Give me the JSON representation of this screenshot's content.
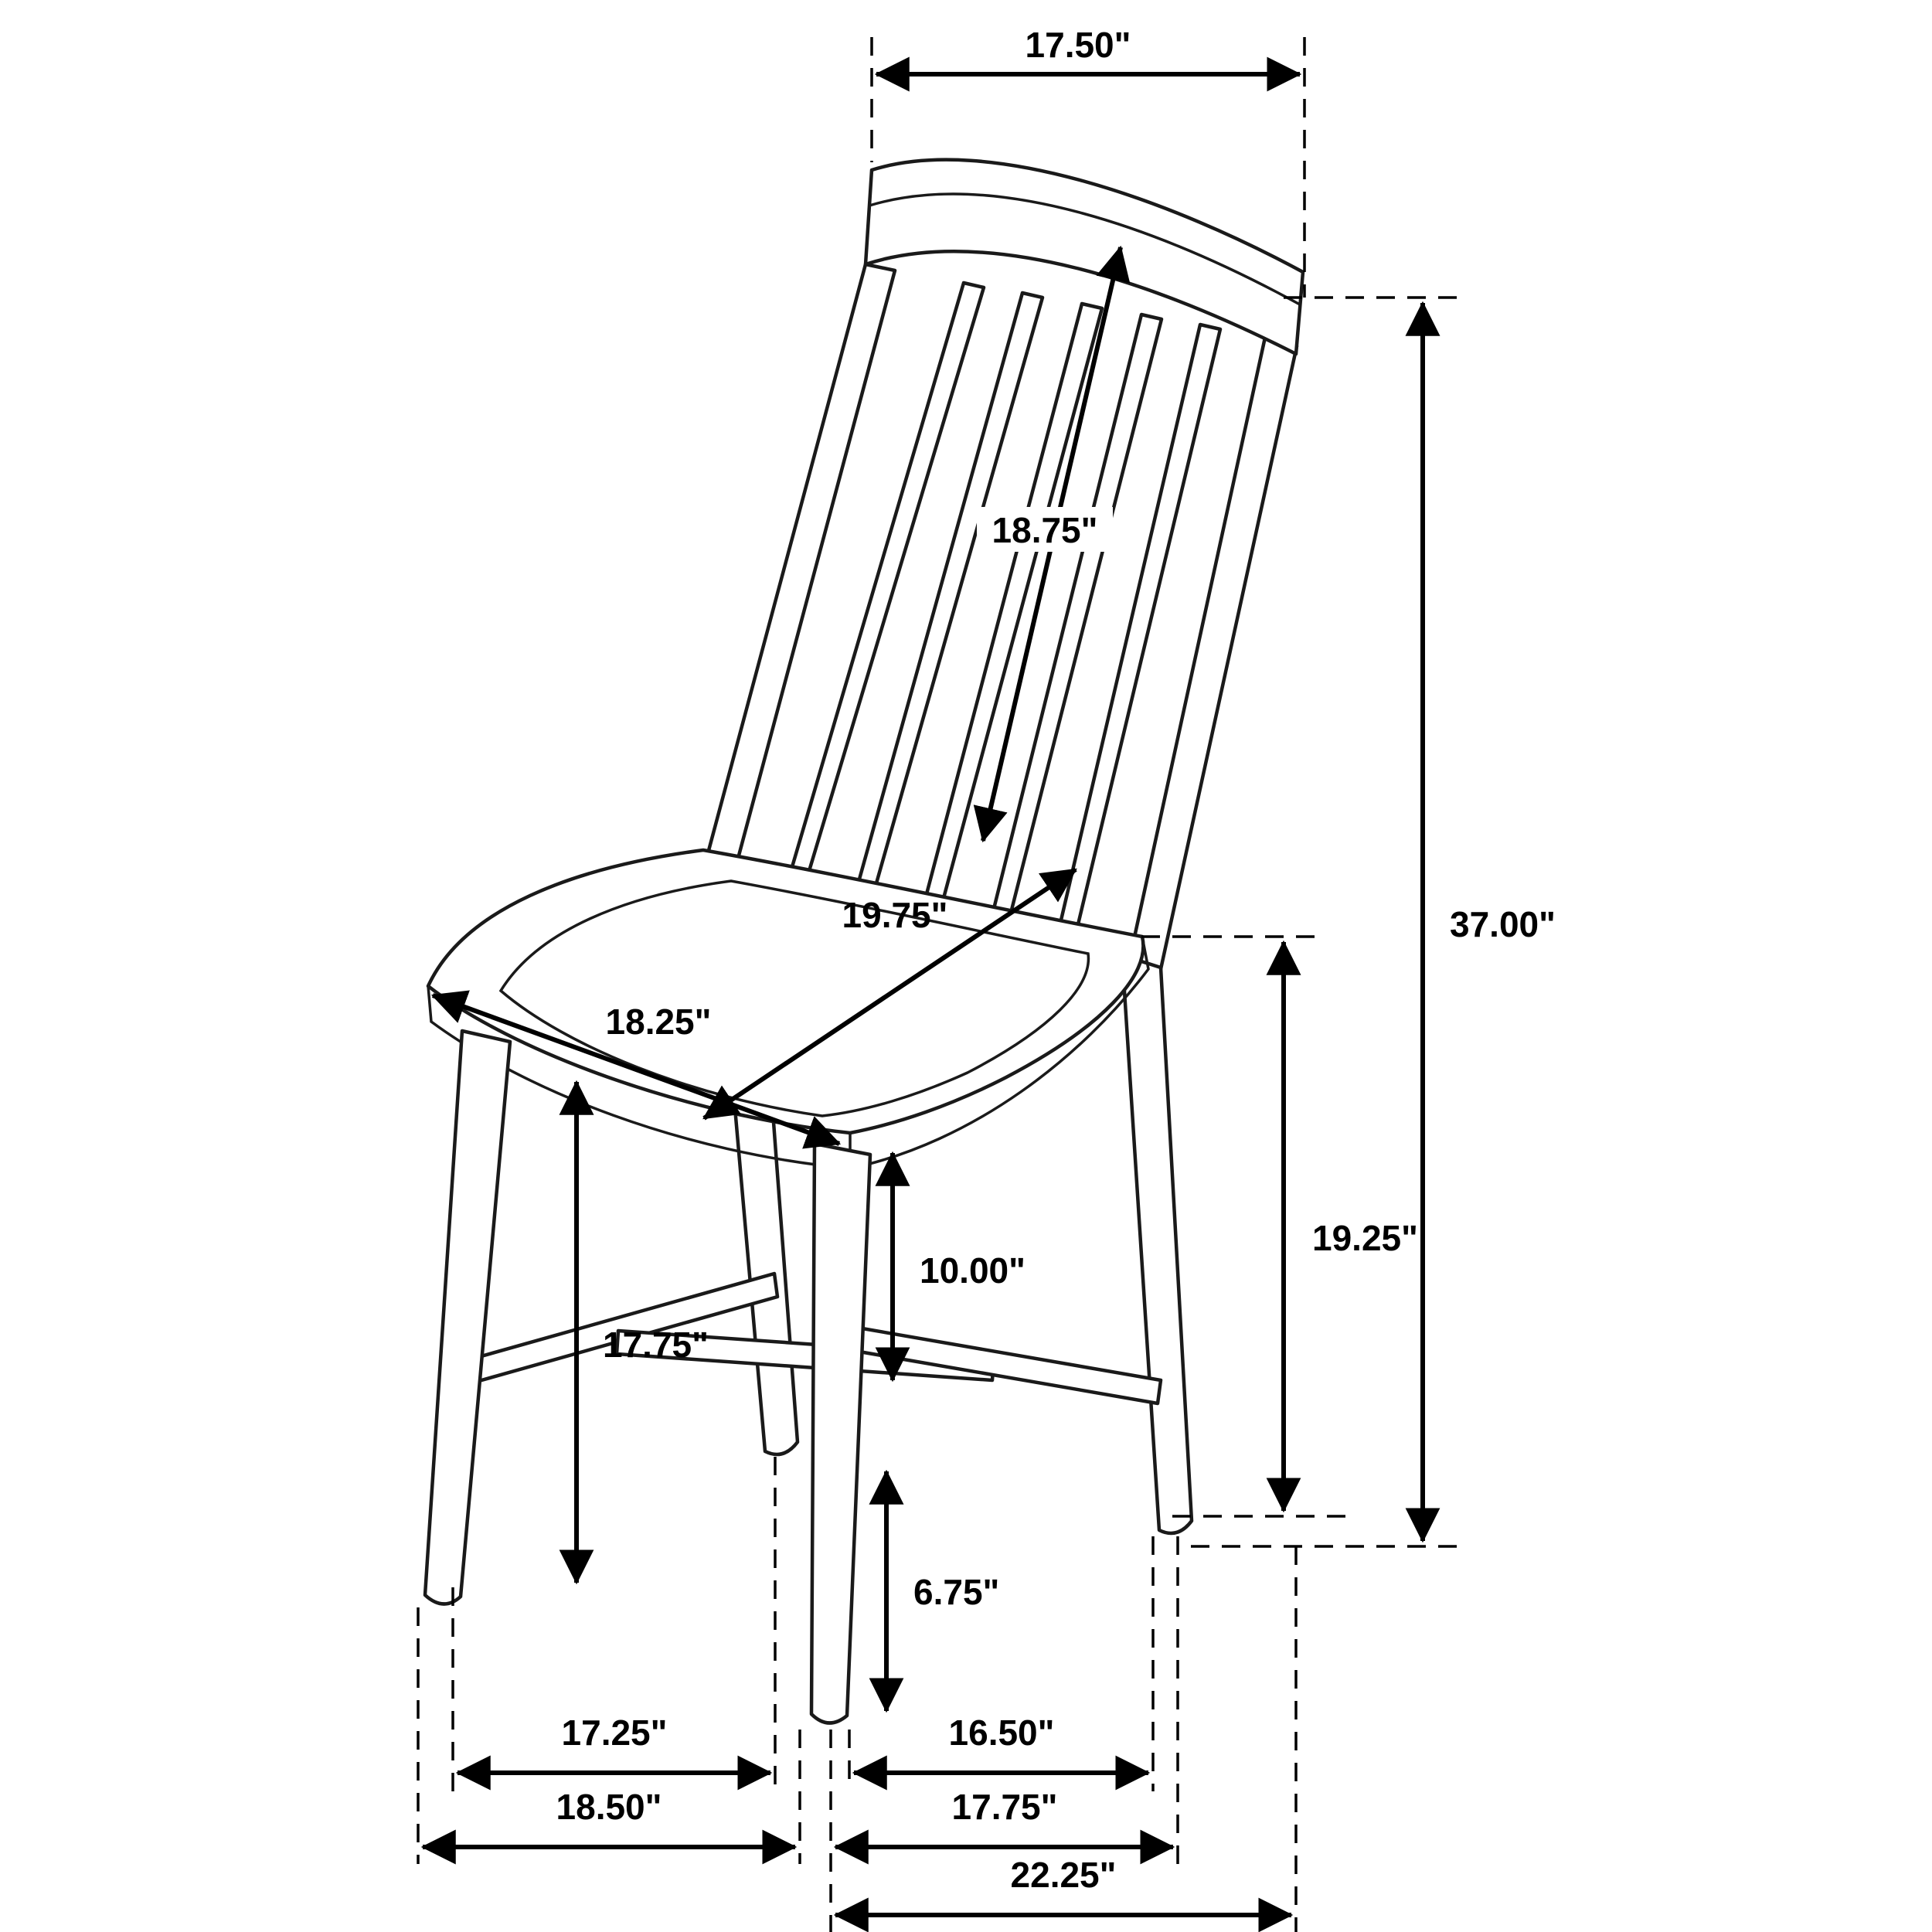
{
  "colors": {
    "line": "#000000",
    "chair_line": "#1a1a1a",
    "background": "#ffffff"
  },
  "dimensions": {
    "back_top_width": "17.50\"",
    "backrest_length": "18.75\"",
    "overall_height": "37.00\"",
    "seat_diagonal_depth": "19.75\"",
    "seat_diagonal_width": "18.25\"",
    "floor_to_seat_back": "19.25\"",
    "floor_to_seat_front": "17.75\"",
    "seat_to_stretcher": "10.00\"",
    "stretcher_to_floor": "6.75\"",
    "front_leg_spacing": "17.25\"",
    "side_leg_spacing": "16.50\"",
    "base_front_width": "18.50\"",
    "base_side_depth": "17.75\"",
    "overall_depth": "22.25\""
  }
}
